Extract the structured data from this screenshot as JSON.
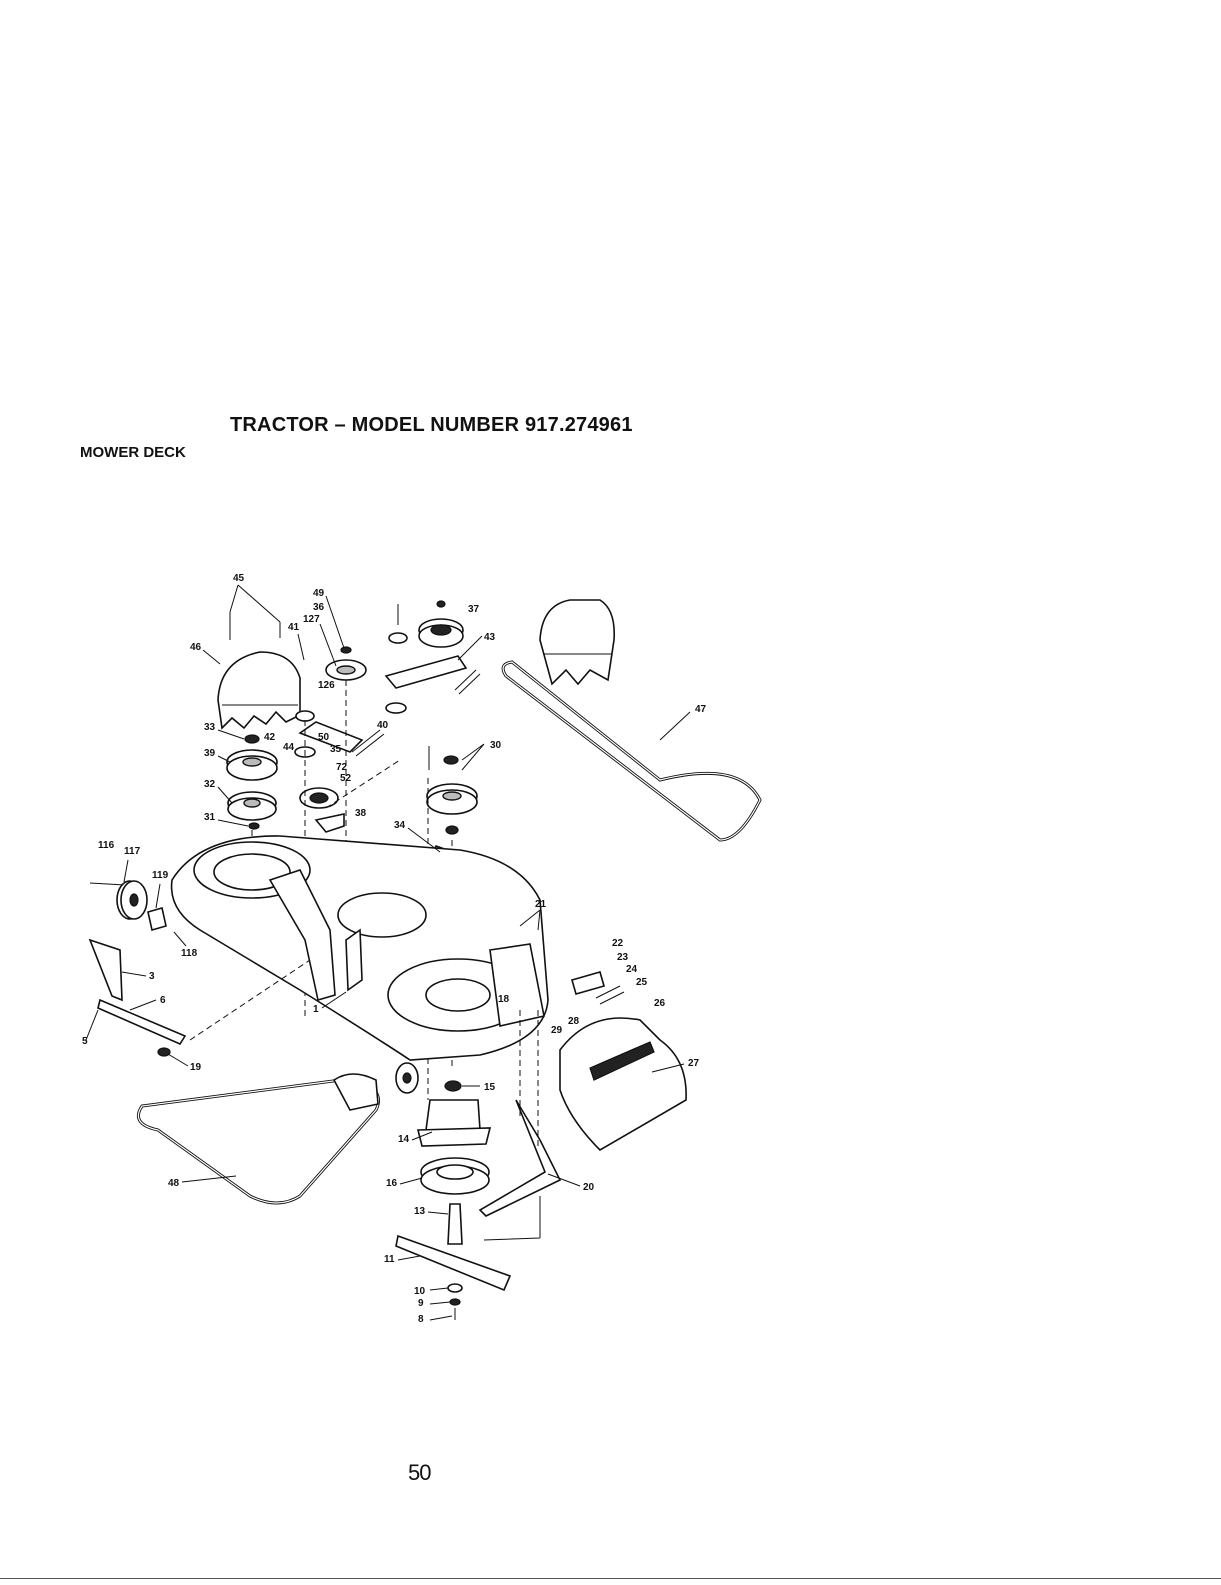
{
  "header": {
    "title": "TRACTOR – MODEL NUMBER 917.274961",
    "section": "MOWER DECK"
  },
  "diagram": {
    "callouts": [
      "45",
      "46",
      "49",
      "36",
      "127",
      "41",
      "42",
      "126",
      "33",
      "39",
      "44",
      "50",
      "35",
      "72",
      "52",
      "40",
      "32",
      "31",
      "38",
      "43",
      "30",
      "34",
      "37",
      "47",
      "116",
      "117",
      "119",
      "118",
      "3",
      "6",
      "5",
      "19",
      "1",
      "21",
      "22",
      "23",
      "24",
      "25",
      "26",
      "28",
      "29",
      "27",
      "18",
      "15",
      "14",
      "16",
      "13",
      "11",
      "10",
      "9",
      "8",
      "20",
      "48"
    ]
  },
  "footer": {
    "page_number": "50"
  }
}
